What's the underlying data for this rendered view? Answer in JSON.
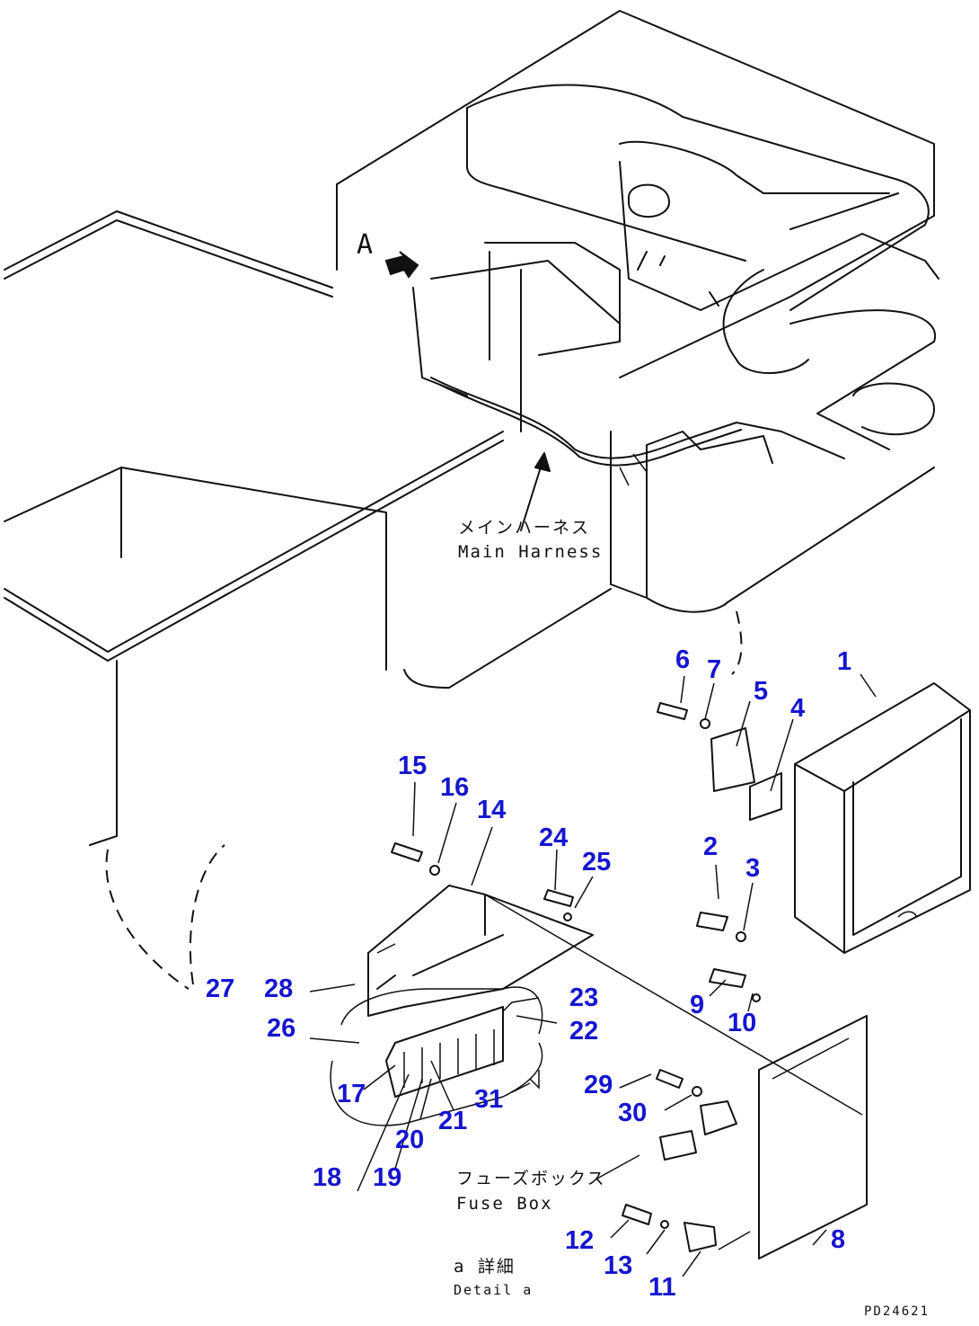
{
  "view_label": "A",
  "harness": {
    "jp": "メインハーネス",
    "en": "Main Harness"
  },
  "fuse_box": {
    "jp": "フューズボックス",
    "en": "Fuse Box"
  },
  "detail": {
    "jp": "a 詳細",
    "en": "Detail a"
  },
  "drawing_id": "PD24621",
  "callout_color": "#1515d0",
  "part_numbers": [
    "1",
    "2",
    "3",
    "4",
    "5",
    "6",
    "7",
    "8",
    "9",
    "10",
    "11",
    "12",
    "13",
    "14",
    "15",
    "16",
    "17",
    "18",
    "19",
    "20",
    "21",
    "22",
    "23",
    "24",
    "25",
    "26",
    "27",
    "28",
    "29",
    "30",
    "31"
  ]
}
